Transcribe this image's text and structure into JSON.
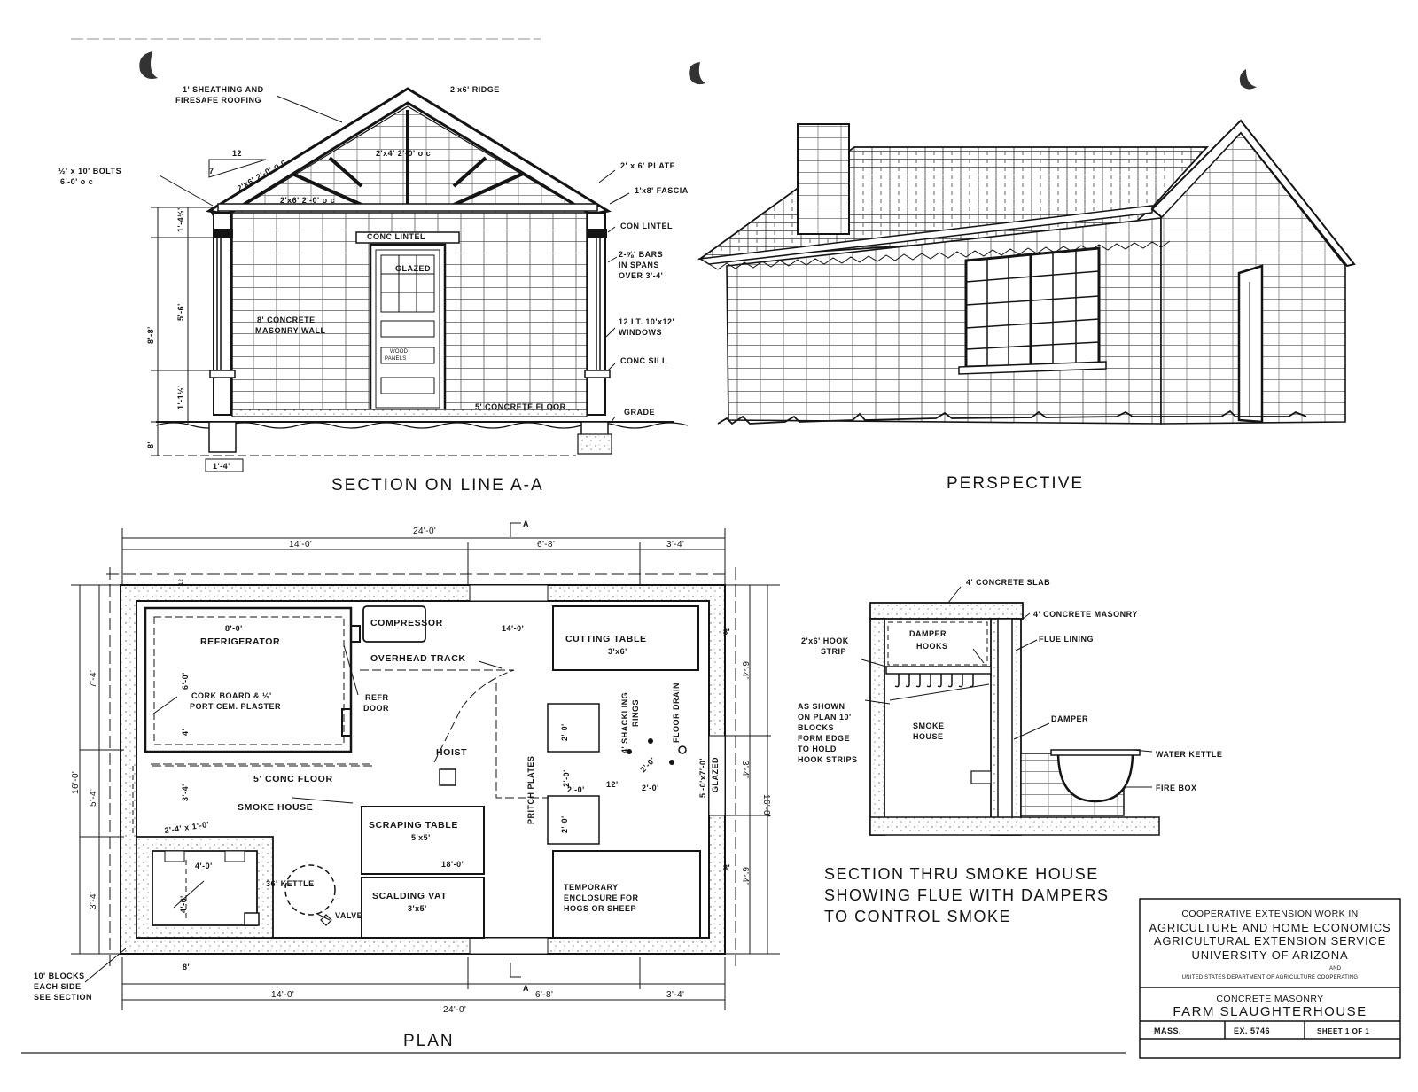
{
  "section_aa": {
    "sheathing": "1' SHEATHING AND",
    "roofing": "FIRESAFE ROOFING",
    "ridge": "2'x6' RIDGE",
    "slope_run": "12",
    "slope_rise": "7",
    "rafters": "2'x6' 2'-0' o c",
    "collar": "2'x4' 2'-0' o c",
    "ceiling_joists": "2'x6' 2'-0' o c",
    "bolts_1": "½' x 10' BOLTS",
    "bolts_2": "6'-0' o c",
    "plate": "2' x 6' PLATE",
    "fascia": "1'x8' FASCIA",
    "con_lintel": "CON LINTEL",
    "conc_lintel": "CONC LINTEL",
    "bars_1": "2-⅝' BARS",
    "bars_2": "IN SPANS",
    "bars_3": "OVER 3'-4'",
    "windows_1": "12 LT. 10'x12'",
    "windows_2": "WINDOWS",
    "sill": "CONC SILL",
    "grade": "GRADE",
    "glazed": "GLAZED",
    "wood_1": "WOOD",
    "wood_2": "PANELS",
    "wall_1": "8' CONCRETE",
    "wall_2": "MASONRY WALL",
    "floor": "5' CONCRETE FLOOR",
    "dim_top": "1'-4½'",
    "dim_mid": "5'-6'",
    "dim_bot": "1'-1½'",
    "dim_total": "8'-8'",
    "dim_footing": "8'",
    "dim_width": "1'-4'",
    "caption": "SECTION ON LINE A-A"
  },
  "perspective": {
    "caption": "PERSPECTIVE"
  },
  "plan": {
    "caption": "PLAN",
    "marker_top": "A",
    "marker_bottom": "A",
    "dim_overall_top": "24'-0'",
    "dim_overall_bottom": "24'-0'",
    "dim_top_1": "14'-0'",
    "dim_top_2": "6'-8'",
    "dim_top_3": "3'-4'",
    "dim_bot_1": "14'-0'",
    "dim_bot_2": "6'-8'",
    "dim_bot_3": "3'-4'",
    "dim_left_total": "16'-0'",
    "dim_left_1": "7'-4'",
    "dim_left_2": "5'-4'",
    "dim_left_3": "3'-4'",
    "dim_right_total": "16'-0'",
    "dim_right_1": "6'-4'",
    "dim_right_2": "3'-4'",
    "dim_right_3": "6'-4'",
    "dim_12": "12",
    "refrigerator_dim": "8'-0'",
    "refrigerator": "REFRIGERATOR",
    "refrig_6": "6'-0'",
    "refrig_4": "4'",
    "cork_1": "CORK BOARD & ½'",
    "cork_2": "PORT CEM. PLASTER",
    "compressor": "COMPRESSOR",
    "track_dim": "14'-0'",
    "overhead": "OVERHEAD TRACK",
    "refr_1": "REFR",
    "refr_2": "DOOR",
    "cutting_1": "CUTTING TABLE",
    "cutting_2": "3'x6'",
    "hoist": "HOIST",
    "pritch": "PRITCH PLATES",
    "pritch_2a": "2'-0'",
    "pritch_2b": "2'-0'",
    "pritch_2c": "2'-0'",
    "pritch_2d": "2'-0'",
    "shackling_1": "4' SHACKLING",
    "shackling_2": "RINGS",
    "floor_drain": "FLOOR DRAIN",
    "ring_12": "12'",
    "ring_2a": "2'-0'",
    "ring_2b": "2'-0'",
    "glazed_1": "5'-0'x7'-0'",
    "glazed_2": "GLAZED",
    "conc_floor": "5' CONC FLOOR",
    "dim_3_4": "3'-4'",
    "smoke_house": "SMOKE HOUSE",
    "smoke_dim": "2'-4' x 1'-0'",
    "smoke_4": "4'-0'",
    "smoke_4b": "4'-0'",
    "kettle": "36' KETTLE",
    "valve": "VALVE",
    "scraping_1": "SCRAPING TABLE",
    "scraping_2": "5'x5'",
    "vat_dim": "18'-0'",
    "scalding_1": "SCALDING VAT",
    "scalding_2": "3'x5'",
    "temp_1": "TEMPORARY",
    "temp_2": "ENCLOSURE FOR",
    "temp_3": "HOGS OR SHEEP",
    "blocks_1": "10' BLOCKS",
    "blocks_2": "EACH SIDE",
    "blocks_3": "SEE SECTION",
    "dim_8a": "8'",
    "dim_8b": "8'",
    "dim_8c": "8'"
  },
  "smoke_section": {
    "slab": "4' CONCRETE SLAB",
    "masonry": "4' CONCRETE MASONRY",
    "hook_1": "2'x6' HOOK",
    "hook_2": "STRIP",
    "damper_hooks_1": "DAMPER",
    "damper_hooks_2": "HOOKS",
    "flue": "FLUE LINING",
    "as_shown_1": "AS SHOWN",
    "as_shown_2": "ON PLAN 10'",
    "as_shown_3": "BLOCKS",
    "as_shown_4": "FORM EDGE",
    "as_shown_5": "TO HOLD",
    "as_shown_6": "HOOK STRIPS",
    "smoke_1": "SMOKE",
    "smoke_2": "HOUSE",
    "damper": "DAMPER",
    "kettle": "WATER KETTLE",
    "firebox": "FIRE BOX",
    "caption_1": "SECTION THRU SMOKE HOUSE",
    "caption_2": "SHOWING FLUE WITH DAMPERS",
    "caption_3": "TO CONTROL SMOKE"
  },
  "title_block": {
    "line_1": "COOPERATIVE EXTENSION WORK IN",
    "line_2": "AGRICULTURE AND HOME ECONOMICS",
    "line_3": "AGRICULTURAL EXTENSION SERVICE",
    "line_4": "UNIVERSITY OF ARIZONA",
    "and": "AND",
    "line_5": "UNITED STATES DEPARTMENT OF AGRICULTURE COOPERATING",
    "subject": "CONCRETE MASONRY",
    "title": "FARM SLAUGHTERHOUSE",
    "state": "MASS.",
    "number": "EX. 5746",
    "sheet": "SHEET 1 OF 1"
  },
  "colors": {
    "ink": "#141414",
    "paper": "#ffffff"
  }
}
